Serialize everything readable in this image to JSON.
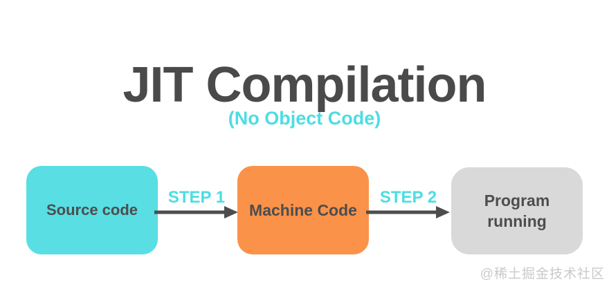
{
  "header": {
    "title": "JIT Compilation",
    "subtitle": "(No Object Code)"
  },
  "flow": {
    "boxes": [
      {
        "label": "Source code",
        "color": "#58dee3"
      },
      {
        "label": "Machine Code",
        "color": "#fb9249"
      },
      {
        "label": "Program running",
        "color": "#d9d9d9"
      }
    ],
    "steps": [
      {
        "label": "STEP 1"
      },
      {
        "label": "STEP 2"
      }
    ]
  },
  "watermark": "@稀土掘金技术社区",
  "colors": {
    "background": "#ffffff",
    "title_text": "#4a4a4a",
    "accent_cyan": "#4cdde2",
    "box_source": "#58dee3",
    "box_machine": "#fb9249",
    "box_program": "#d9d9d9",
    "box_text": "#4d4d4d",
    "arrow": "#4d4d4d",
    "watermark_text": "#c9c9c9"
  }
}
